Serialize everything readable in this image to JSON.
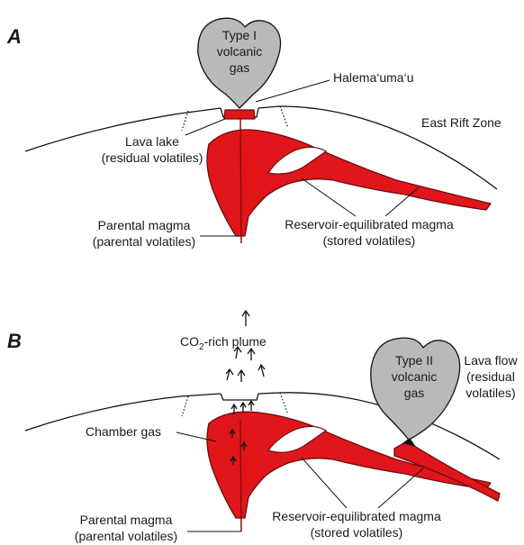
{
  "panel_a": {
    "letter": "A",
    "gas_line1": "Type I",
    "gas_line2": "volcanic",
    "gas_line3": "gas",
    "crater": "Halema‘uma‘u",
    "rift": "East Rift Zone",
    "lake_line1": "Lava lake",
    "lake_line2": "(residual volatiles)",
    "parental_line1": "Parental magma",
    "parental_line2": "(parental volatiles)",
    "reservoir_line1": "Reservoir-equilibrated magma",
    "reservoir_line2": "(stored volatiles)"
  },
  "panel_b": {
    "letter": "B",
    "plume_prefix": "CO",
    "plume_sub": "2",
    "plume_suffix": "-rich plume",
    "gas_line1": "Type II",
    "gas_line2": "volcanic",
    "gas_line3": "gas",
    "flow_line1": "Lava flow",
    "flow_line2": "(residual",
    "flow_line3": "volatiles)",
    "chamber": "Chamber gas",
    "parental_line1": "Parental magma",
    "parental_line2": "(parental volatiles)",
    "reservoir_line1": "Reservoir-equilibrated magma",
    "reservoir_line2": "(stored volatiles)"
  },
  "colors": {
    "magma": "#e0161b",
    "gas": "#b9b9b9"
  }
}
